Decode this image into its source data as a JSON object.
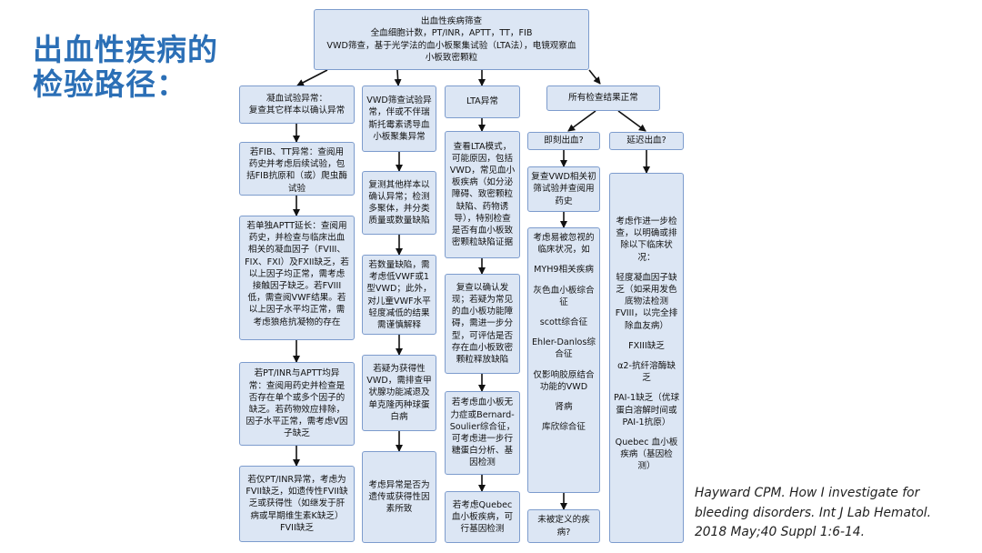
{
  "title_lines": [
    "出血性疾病的",
    "检验路径："
  ],
  "nodes": {
    "screen": [
      "出血性疾病筛查",
      "全血细胞计数，PT/INR，APTT，TT，FIB",
      "VWD筛查，基于光学法的血小板聚集试验（LTA法），电镜观察血",
      "小板致密颗粒"
    ],
    "coag_abnormal": [
      "凝血试验异常：",
      "复查其它样本以确认异常"
    ],
    "fib_tt": [
      "若FIB、TT异常：查阅用",
      "药史并考虑后续试验，包",
      "括FIB抗原和（或）爬虫酶",
      "试验"
    ],
    "aptt": [
      "若单独APTT延长：查阅用",
      "药史，并检查与临床出血",
      "相关的凝血因子（FVIII、",
      "FIX、FXI）及FXII缺乏，若",
      "以上因子均正常，需考虑",
      "接触因子缺乏。若FVIII",
      "低，需查阅VWF结果。若",
      "以上因子水平均正常，需",
      "考虑狼疮抗凝物的存在"
    ],
    "pt_aptt": [
      "若PT/INR与APTT均异",
      "常：查阅用药史并检查是",
      "否存在单个或多个因子的",
      "缺乏。若药物效应排除，",
      "因子水平正常，需考虑V因",
      "子缺乏"
    ],
    "pt_only": [
      "若仅PT/INR异常，考虑为",
      "FVII缺乏，如遗传性FVII缺",
      "乏或获得性（如继发于肝",
      "病或早期维生素K缺乏）",
      "FVII缺乏"
    ],
    "vwd_abnormal": [
      "VWD筛查试验异",
      "常，伴或不伴瑞",
      "斯托霉素诱导血",
      "小板聚集异常"
    ],
    "vwd_repeat": [
      "复测其他样本以",
      "确认异常；检测",
      "多聚体，并分类",
      "质量或数量缺陷"
    ],
    "vwd_quant": [
      "若数量缺陷，需",
      "考虑低VWF或1",
      "型VWD；此外，",
      "对儿童VWF水平",
      "轻度减低的结果",
      "需谨慎解释"
    ],
    "vwd_acquired": [
      "若疑为获得性",
      "VWD，需排查甲",
      "状腺功能减退及",
      "单克隆丙种球蛋",
      "白病"
    ],
    "vwd_cause": [
      "考虑异常是否为",
      "遗传或获得性因",
      "素所致"
    ],
    "lta_abnormal": [
      "LTA异常"
    ],
    "lta_check": [
      "查看LTA模式，",
      "可能原因，包括",
      "VWD，常见血小",
      "板疾病（如分泌",
      "障碍、致密颗粒",
      "缺陷、药物诱",
      "导），特别检查",
      "是否有血小板致",
      "密颗粒缺陷证据"
    ],
    "lta_repeat": [
      "复查以确认发",
      "现；若疑为常见",
      "的血小板功能障",
      "碍，需进一步分",
      "型，可评估是否",
      "存在血小板致密",
      "颗粒释放缺陷"
    ],
    "lta_bs": [
      "若考虑血小板无",
      "力症或Bernard-",
      "Soulier综合征，",
      "可考虑进一步行",
      "糖蛋白分析、基",
      "因检测"
    ],
    "lta_quebec": [
      "若考虑Quebec",
      "血小板疾病，可",
      "行基因检测"
    ],
    "all_normal": [
      "所有检查结果正常"
    ],
    "immediate": [
      "即刻出血?"
    ],
    "delayed": [
      "延迟出血?"
    ],
    "vwd_recheck": [
      "复查VWD相关初",
      "筛试验并查阅用",
      "药史"
    ],
    "easy_miss": [
      "考虑易被忽视的",
      "临床状况，如",
      "",
      "MYH9相关疾病",
      "",
      "灰色血小板综合",
      "征",
      "",
      "scott综合征",
      "",
      "Ehler-Danlos综",
      "合征",
      "",
      "仅影响胶原结合",
      "功能的VWD",
      "",
      "肾病",
      "",
      "库欣综合征"
    ],
    "undefined": [
      "未被定义的疾",
      "病?"
    ],
    "further": [
      "考虑作进一步检",
      "查，以明确或排",
      "除以下临床状",
      "况：",
      "",
      "轻度凝血因子缺",
      "乏（如采用发色",
      "底物法检测",
      "FVIII，以完全排",
      "除血友病）",
      "",
      "FXIII缺乏",
      "",
      "α2-抗纤溶酶缺",
      "乏",
      "",
      "PAI-1缺乏（优球",
      "蛋白溶解时间或",
      "PAI-1抗原）",
      "",
      "Quebec 血小板",
      "疾病（基因检",
      "测）"
    ]
  },
  "citation_lines": [
    "Hayward CPM. How I investigate for",
    "bleeding disorders. Int J Lab Hematol.",
    "2018 May;40 Suppl 1:6-14."
  ],
  "colors": {
    "title": "#2b6fb6",
    "node_fill": "#dce6f4",
    "node_border": "#7d9ccd",
    "arrow": "#111111"
  }
}
